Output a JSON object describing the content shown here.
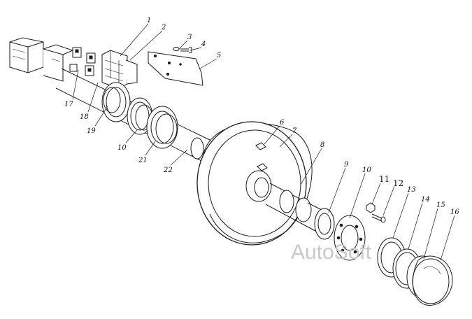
{
  "diagram": {
    "part_labels": [
      "1",
      "2",
      "3",
      "4",
      "5",
      "6",
      "7",
      "8",
      "9",
      "10",
      "11",
      "12",
      "13",
      "14",
      "15",
      "16",
      "17",
      "18",
      "19",
      "10",
      "21",
      "22"
    ],
    "watermark": "AutoSoft",
    "colors": {
      "ink": "#1a1a1a",
      "paper": "#ffffff",
      "watermark": "#c9c9c9"
    }
  }
}
